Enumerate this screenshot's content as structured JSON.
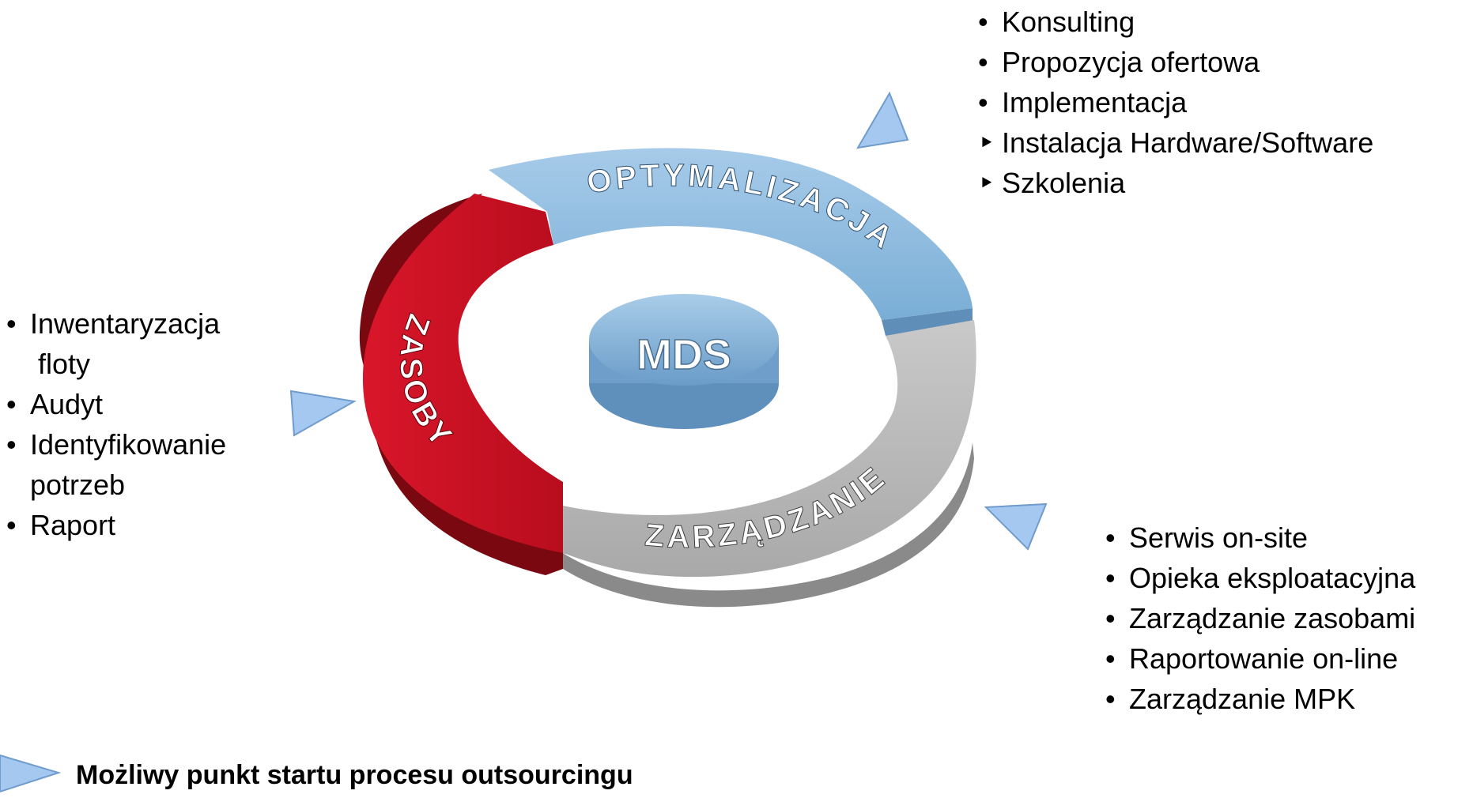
{
  "center_label": "MDS",
  "segments": [
    {
      "key": "optymalizacja",
      "label": "OPTYMALIZACJA",
      "color": "#8ab8dc"
    },
    {
      "key": "zarzadzanie",
      "label": "ZARZĄDZANIE",
      "color": "#bdbdbd"
    },
    {
      "key": "zasoby",
      "label": "ZASOBY",
      "color": "#cc1020"
    }
  ],
  "lists": {
    "optymalizacja": [
      {
        "bullet": "•",
        "text": "Konsulting"
      },
      {
        "bullet": "•",
        "text": "Propozycja ofertowa"
      },
      {
        "bullet": "•",
        "text": "Implementacja"
      },
      {
        "bullet": "‣",
        "text": "Instalacja Hardware/Software"
      },
      {
        "bullet": "‣",
        "text": "Szkolenia"
      }
    ],
    "zasoby": [
      {
        "bullet": "•",
        "text": "Inwentaryzacja"
      },
      {
        "bullet": "",
        "text": " floty"
      },
      {
        "bullet": "•",
        "text": "Audyt"
      },
      {
        "bullet": "•",
        "text": "Identyfikowanie"
      },
      {
        "bullet": "",
        "text": "potrzeb"
      },
      {
        "bullet": "•",
        "text": "Raport"
      }
    ],
    "zarzadzanie": [
      {
        "bullet": "•",
        "text": "Serwis on-site"
      },
      {
        "bullet": "•",
        "text": "Opieka eksploatacyjna"
      },
      {
        "bullet": "•",
        "text": "Zarządzanie zasobami"
      },
      {
        "bullet": "•",
        "text": "Raportowanie on-line"
      },
      {
        "bullet": "•",
        "text": "Zarządzanie MPK"
      }
    ]
  },
  "legend": {
    "text": "Możliwy punkt startu procesu outsourcingu",
    "marker_color": "#a4c8f0",
    "marker_icon": "start-point-triangle-icon"
  }
}
